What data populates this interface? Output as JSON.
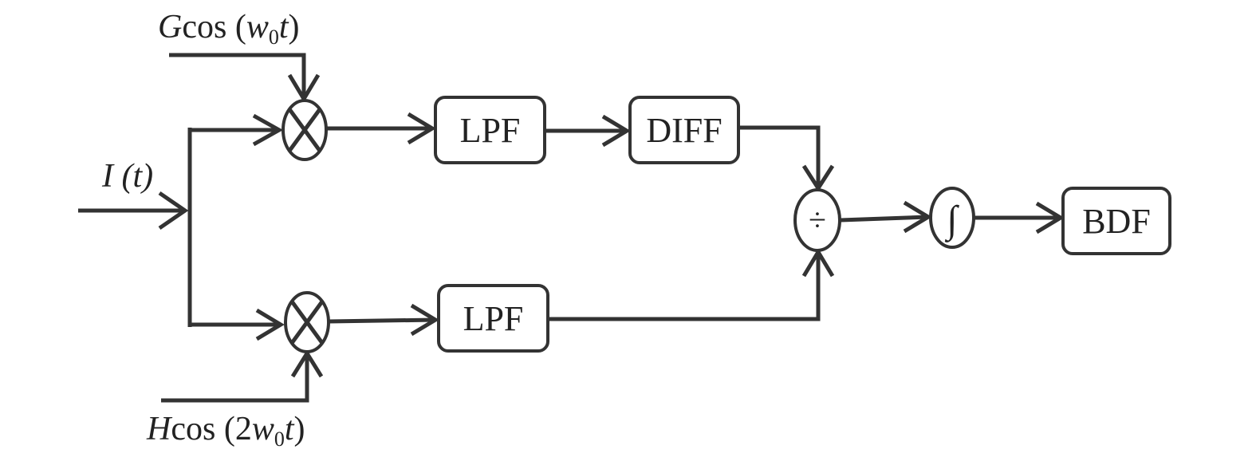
{
  "signals": {
    "input": {
      "var": "I",
      "space": " ",
      "arg": "(t)"
    },
    "carrier_1": {
      "amp": "G",
      "fn": "cos (",
      "w": "w",
      "sub": "0",
      "t": "t",
      "close": ")"
    },
    "carrier_2": {
      "amp": "H",
      "fn": "cos (2",
      "w": "w",
      "sub": "0",
      "t": "t",
      "close": ")"
    }
  },
  "blocks": {
    "lpf_top": "LPF",
    "diff": "DIFF",
    "lpf_bottom": "LPF",
    "bdf": "BDF"
  },
  "operators": {
    "multiplier_top": "⊗",
    "multiplier_bottom": "⊗",
    "divider": "÷",
    "integrator": "∫"
  },
  "colors": {
    "stroke": "#333333",
    "text": "#222222",
    "background": "#ffffff"
  }
}
